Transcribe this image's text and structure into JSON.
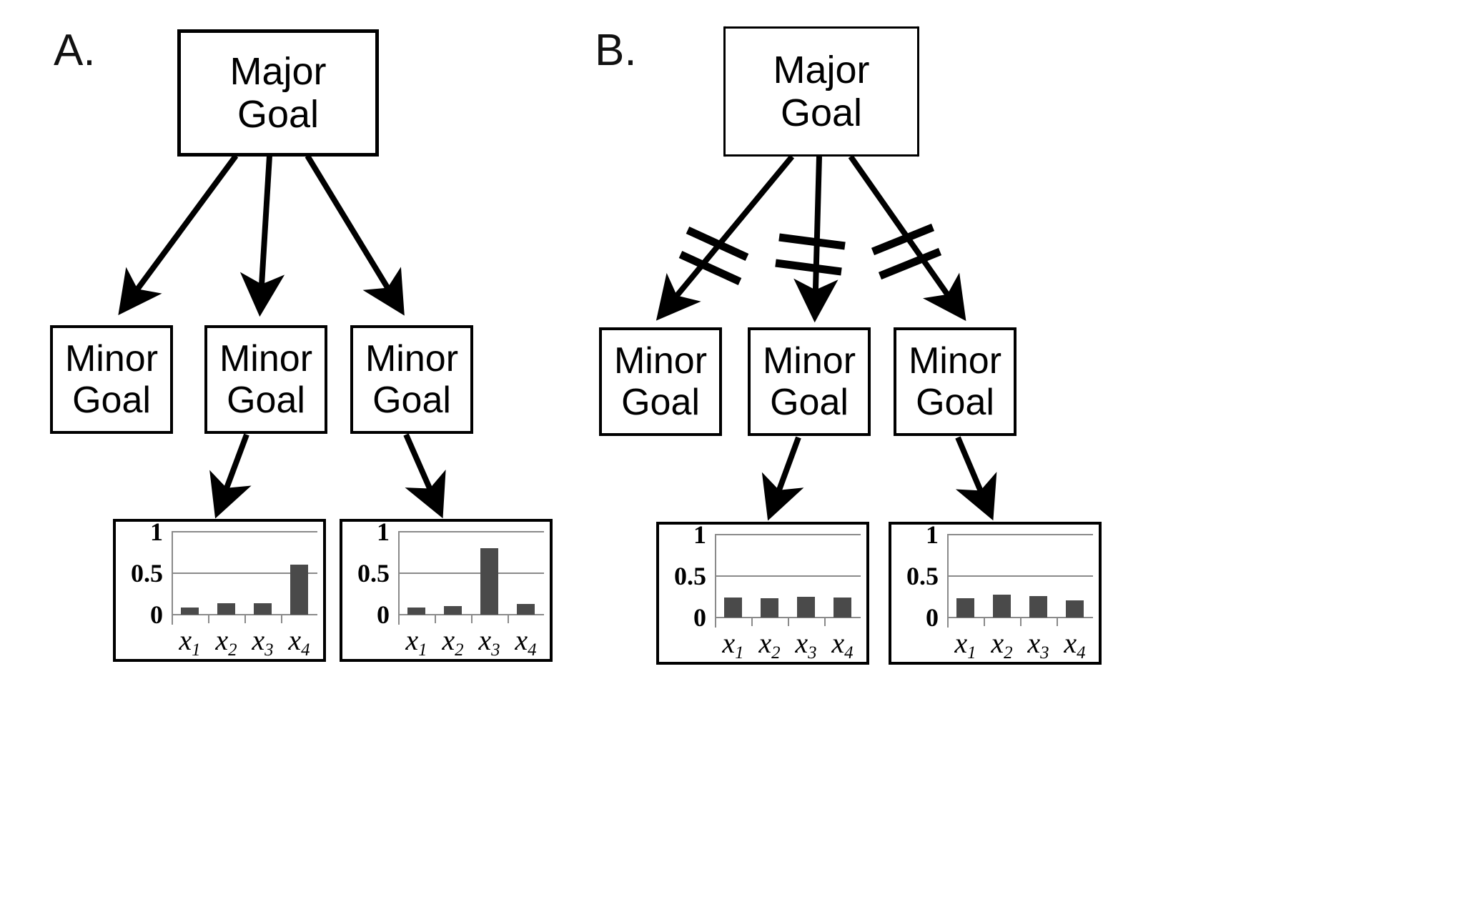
{
  "figure": {
    "background": "#ffffff",
    "ink": "#000000",
    "bar_color": "#4a4a4a",
    "grid_color": "#8a8a8a"
  },
  "panels": [
    {
      "id": "A",
      "letter": "A.",
      "major_goal": {
        "label": "Major\nGoal",
        "struck_out": false
      },
      "minor_goals": [
        {
          "label": "Minor\nGoal"
        },
        {
          "label": "Minor\nGoal"
        },
        {
          "label": "Minor\nGoal"
        }
      ],
      "links_broken": false
    },
    {
      "id": "B",
      "letter": "B.",
      "major_goal": {
        "label": "Major\nGoal",
        "struck_out": true
      },
      "minor_goals": [
        {
          "label": "Minor\nGoal"
        },
        {
          "label": "Minor\nGoal"
        },
        {
          "label": "Minor\nGoal"
        }
      ],
      "links_broken": true
    }
  ],
  "chart_data": [
    {
      "id": "A1",
      "panel": "A",
      "type": "bar",
      "title": "",
      "xlabel": "",
      "ylabel": "",
      "categories": [
        "x₁",
        "x₂",
        "x₃",
        "x₄"
      ],
      "category_base": [
        "x",
        "x",
        "x",
        "x"
      ],
      "category_sub": [
        "1",
        "2",
        "3",
        "4"
      ],
      "values": [
        0.09,
        0.14,
        0.14,
        0.6
      ],
      "ylim": [
        0,
        1
      ],
      "yticks": [
        0,
        0.5,
        1
      ],
      "ytick_labels": [
        "0",
        "0.5",
        "1"
      ],
      "grid": true,
      "legend": "none"
    },
    {
      "id": "A2",
      "panel": "A",
      "type": "bar",
      "title": "",
      "xlabel": "",
      "ylabel": "",
      "categories": [
        "x₁",
        "x₂",
        "x₃",
        "x₄"
      ],
      "category_base": [
        "x",
        "x",
        "x",
        "x"
      ],
      "category_sub": [
        "1",
        "2",
        "3",
        "4"
      ],
      "values": [
        0.09,
        0.1,
        0.8,
        0.13
      ],
      "ylim": [
        0,
        1
      ],
      "yticks": [
        0,
        0.5,
        1
      ],
      "ytick_labels": [
        "0",
        "0.5",
        "1"
      ],
      "grid": true,
      "legend": "none"
    },
    {
      "id": "B1",
      "panel": "B",
      "type": "bar",
      "title": "",
      "xlabel": "",
      "ylabel": "",
      "categories": [
        "x₁",
        "x₂",
        "x₃",
        "x₄"
      ],
      "category_base": [
        "x",
        "x",
        "x",
        "x"
      ],
      "category_sub": [
        "1",
        "2",
        "3",
        "4"
      ],
      "values": [
        0.24,
        0.23,
        0.25,
        0.24
      ],
      "ylim": [
        0,
        1
      ],
      "yticks": [
        0,
        0.5,
        1
      ],
      "ytick_labels": [
        "0",
        "0.5",
        "1"
      ],
      "grid": true,
      "legend": "none"
    },
    {
      "id": "B2",
      "panel": "B",
      "type": "bar",
      "title": "",
      "xlabel": "",
      "ylabel": "",
      "categories": [
        "x₁",
        "x₂",
        "x₃",
        "x₄"
      ],
      "category_base": [
        "x",
        "x",
        "x",
        "x"
      ],
      "category_sub": [
        "1",
        "2",
        "3",
        "4"
      ],
      "values": [
        0.23,
        0.28,
        0.26,
        0.21
      ],
      "ylim": [
        0,
        1
      ],
      "yticks": [
        0,
        0.5,
        1
      ],
      "ytick_labels": [
        "0",
        "0.5",
        "1"
      ],
      "grid": true,
      "legend": "none"
    }
  ]
}
